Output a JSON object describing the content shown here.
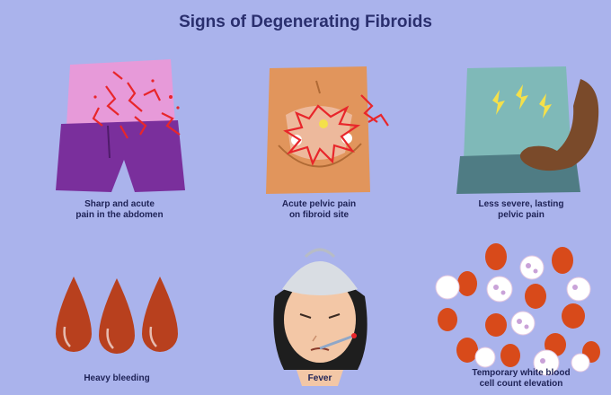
{
  "title": "Signs of Degenerating Fibroids",
  "colors": {
    "background": "#aab3ec",
    "title": "#2a2f6e",
    "caption": "#1e2256",
    "blood": "#b8401e",
    "pain_lines": "#e8262b"
  },
  "panels": [
    {
      "id": "abdomen",
      "icon": "abdomen-pain-icon",
      "caption_lines": [
        "Sharp and acute",
        "pain in the abdomen"
      ]
    },
    {
      "id": "pelvic",
      "icon": "pelvic-pain-icon",
      "caption_lines": [
        "Acute pelvic pain",
        "on fibroid site"
      ]
    },
    {
      "id": "lasting",
      "icon": "lasting-pain-icon",
      "caption_lines": [
        "Less severe, lasting",
        "pelvic pain"
      ]
    },
    {
      "id": "bleeding",
      "icon": "blood-drops-icon",
      "caption_lines": [
        "Heavy bleeding"
      ]
    },
    {
      "id": "fever",
      "icon": "fever-person-icon",
      "caption_lines": [
        "Fever"
      ]
    },
    {
      "id": "wbc",
      "icon": "blood-cells-icon",
      "caption_lines": [
        "Temporary white blood",
        "cell count elevation"
      ]
    }
  ]
}
